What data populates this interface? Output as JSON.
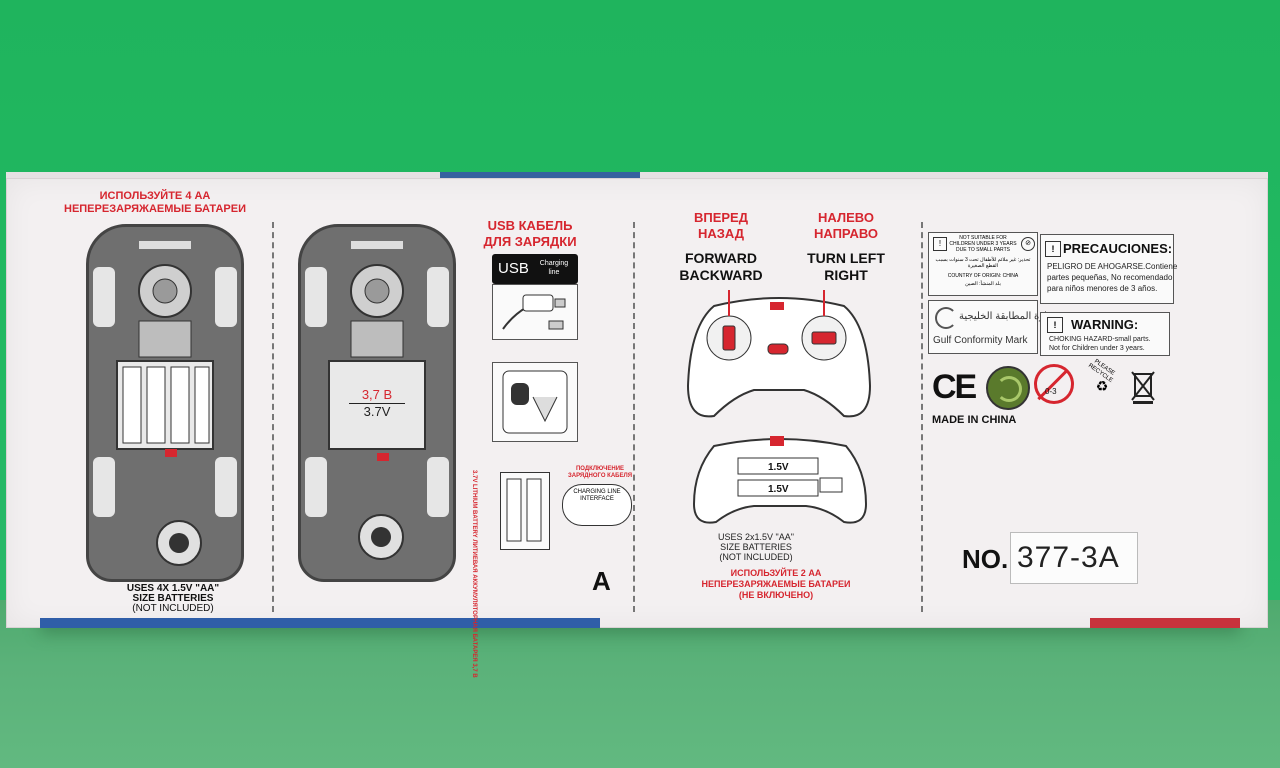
{
  "left_panel": {
    "heading_line1": "ИСПОЛЬЗУЙТЕ 4 АА",
    "heading_line2": "НЕПЕРЕЗАРЯЖАЕМЫЕ БАТАРЕИ",
    "footer_line1": "USES 4X 1.5V \"AA\"",
    "footer_line2": "SIZE BATTERIES",
    "footer_line3": "(NOT INCLUDED)"
  },
  "middle_panel": {
    "usb_heading_line1": "USB КАБЕЛЬ",
    "usb_heading_line2": "ДЛЯ ЗАРЯДКИ",
    "usb_badge": "USB",
    "charging_line": "Charging line",
    "battery_ru": "3,7 В",
    "battery_en": "3.7V",
    "connection_line1": "ПОДКЛЮЧЕНИЕ",
    "connection_line2": "ЗАРЯДНОГО КАБЕЛЯ",
    "interface_line1": "CHARGING LINE",
    "interface_line2": "INTERFACE",
    "lithium_line1": "3.7V LITHIUM BATTERY",
    "lithium_line2": "ЛИТИЕВАЯ АККУМУЛЯТОРНАЯ",
    "lithium_line3": "БАТАРЕЯ 3,7 В",
    "letter": "A"
  },
  "controller_panel": {
    "forward_ru": "ВПЕРЕД",
    "backward_ru": "НАЗАД",
    "forward_en": "FORWARD",
    "backward_en": "BACKWARD",
    "left_ru": "НАЛЕВО",
    "right_ru": "НАПРАВО",
    "left_en": "TURN LEFT",
    "right_en": "RIGHT",
    "battery1": "1.5V",
    "battery2": "1.5V",
    "uses_line1": "USES 2x1.5V \"AA\"",
    "uses_line2": "SIZE BATTERIES",
    "uses_line3": "(NOT INCLUDED)",
    "ru_line1": "ИСПОЛЬЗУЙТЕ 2 АА",
    "ru_line2": "НЕПЕРЕЗАРЯЖАЕМЫЕ БАТАРЕИ",
    "ru_line3": "(НЕ ВКЛЮЧЕНО)"
  },
  "right_panel": {
    "not_suitable_line1": "NOT SUITABLE FOR",
    "not_suitable_line2": "CHILDREN UNDER 3 YEARS",
    "not_suitable_line3": "DUE TO SMALL PARTS",
    "arabic_warning": "تحذير: غير ملائم للأطفال تحت 3 سنوات بسبب القطع الصغيرة",
    "country_en": "COUNTRY OF ORIGIN: CHINA",
    "country_ar": "بلد المنشأ: الصين",
    "precauciones_title": "PRECAUCIONES:",
    "precauciones_line1": "PELIGRO DE AHOGARSE.Contiene",
    "precauciones_line2": "partes pequeñas, No recomendado",
    "precauciones_line3": "para niños menores de 3 años.",
    "gulf_ar": "شارة المطابقة الخليجية",
    "gulf_en": "Gulf Conformity Mark",
    "warning_title": "WARNING:",
    "warning_line1": "CHOKING HAZARD-small parts.",
    "warning_line2": "Not for Children under 3 years.",
    "ce_mark": "CE",
    "age_mark": "0-3",
    "please_recycle": "PLEASE RECYCLE",
    "made_in": "MADE IN CHINA",
    "model_prefix": "NO.",
    "model_number": "377-3A"
  },
  "colors": {
    "accent_red": "#d6262f",
    "background_green": "#22b55f",
    "box_white": "#f3f0f1"
  }
}
